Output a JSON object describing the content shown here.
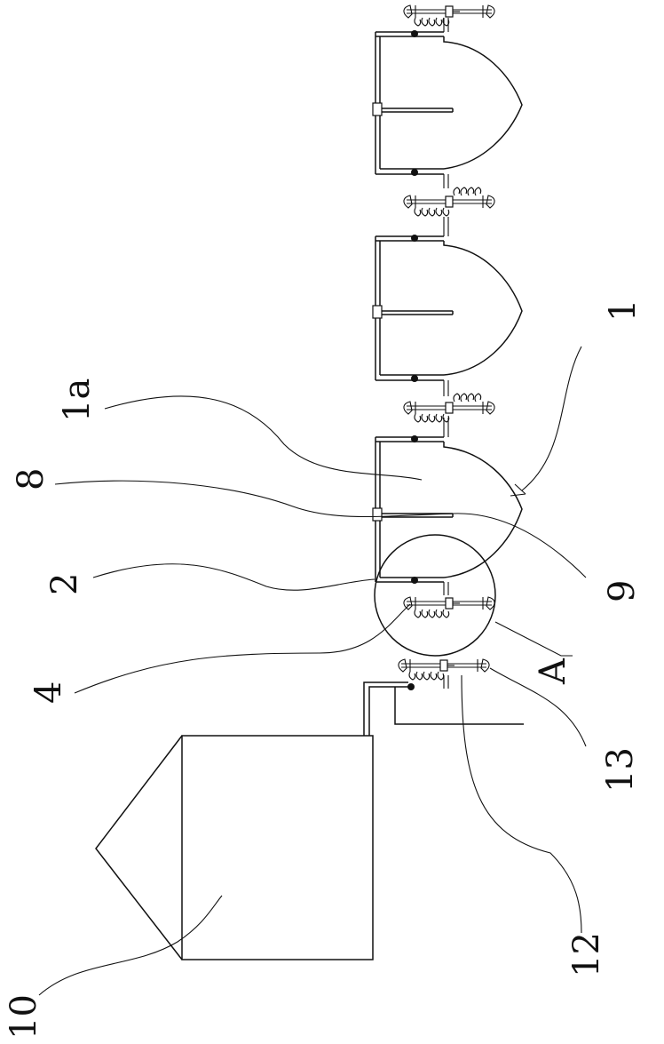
{
  "figure": {
    "labels": {
      "l1": "1",
      "l1a": "1a",
      "l8": "8",
      "l2": "2",
      "l9": "9",
      "l4": "4",
      "lA": "A",
      "l13": "13",
      "l12": "12",
      "l10": "10"
    },
    "colors": {
      "line": "#111111",
      "background": "#ffffff"
    }
  }
}
